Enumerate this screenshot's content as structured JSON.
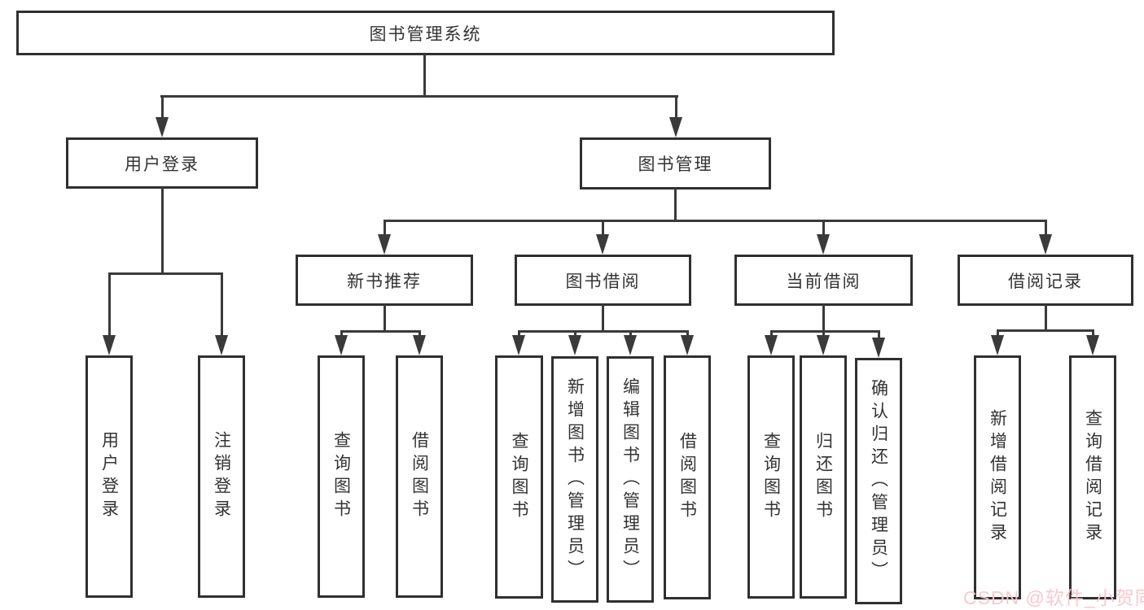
{
  "nodes": {
    "root": "图书管理系统",
    "level2": [
      "用户登录",
      "图书管理"
    ],
    "level3": [
      "新书推荐",
      "图书借阅",
      "当前借阅",
      "借阅记录"
    ],
    "leaves": {
      "userLogin": [
        "用户登录",
        "注销登录"
      ],
      "newBooks": [
        "查询图书",
        "借阅图书"
      ],
      "bookBorrow": [
        "查询图书",
        "新增图书（管理员）",
        "编辑图书（管理员）",
        "借阅图书"
      ],
      "currentBorrow": [
        "查询图书",
        "归还图书",
        "确认归还（管理员）"
      ],
      "borrowRecords": [
        "新增借阅记录",
        "查询借阅记录"
      ]
    }
  },
  "watermark": "CSDN @软件_小贺同学",
  "colors": {
    "line": "#3a3a3a",
    "border": "#303030",
    "text": "#333333",
    "background": "#ffffff",
    "watermark_pink": "#f8c6cd"
  }
}
